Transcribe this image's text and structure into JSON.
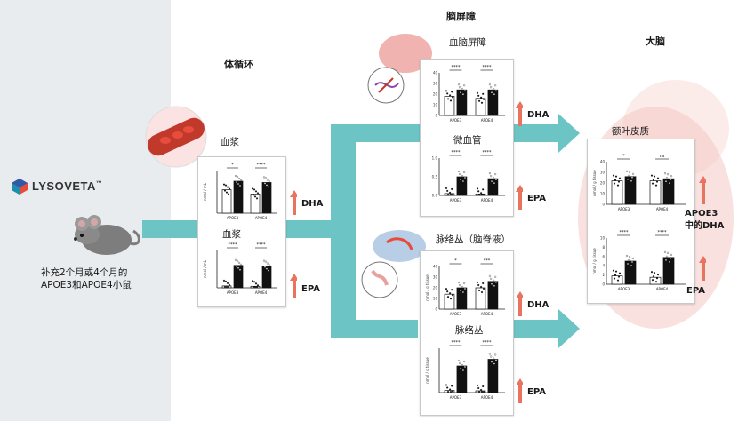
{
  "colors": {
    "teal": "#6cc4c4",
    "up_arrow": "#e8735f",
    "bar_white": "#ffffff",
    "bar_black": "#111111"
  },
  "logo": {
    "text": "LYSOVETA",
    "tm": "™"
  },
  "mouse_caption": {
    "line1": "补充2个月或4个月的",
    "line2": "APOE3和APOE4小鼠"
  },
  "sections": {
    "systemic": "体循环",
    "bbb_header": "脑屏障",
    "brain": "大脑"
  },
  "panels": [
    {
      "id": "plasma-dha",
      "title": "血浆",
      "ylabel": "nmol / mL",
      "xcats": [
        "APOE3",
        "APOE4"
      ],
      "sig": [
        "*",
        "****"
      ],
      "tag": "DHA",
      "values": [
        [
          0.55,
          0.75
        ],
        [
          0.45,
          0.72
        ]
      ]
    },
    {
      "id": "plasma-epa",
      "title": "血浆",
      "ylabel": "nmol / mL",
      "xcats": [
        "APOE3",
        "APOE4"
      ],
      "sig": [
        "****",
        "****"
      ],
      "tag": "EPA",
      "values": [
        [
          0.05,
          0.6
        ],
        [
          0.04,
          0.58
        ]
      ]
    },
    {
      "id": "bbb-dha",
      "title": "血脑屏障",
      "ylabel": "",
      "xcats": [
        "APOE3",
        "APOE4"
      ],
      "sig": [
        "****",
        "****"
      ],
      "tag": "DHA",
      "yticks": [
        "40",
        "30",
        "20",
        "10",
        "0"
      ],
      "values": [
        [
          0.45,
          0.6
        ],
        [
          0.4,
          0.6
        ]
      ]
    },
    {
      "id": "micro-epa",
      "title": "微血管",
      "ylabel": "",
      "xcats": [
        "APOE3",
        "APOE4"
      ],
      "sig": [
        "****",
        "****"
      ],
      "tag": "EPA",
      "yticks": [
        "1.0",
        "0.5",
        "0.0"
      ],
      "values": [
        [
          0.05,
          0.5
        ],
        [
          0.04,
          0.45
        ]
      ]
    },
    {
      "id": "cp-dha",
      "title": "脉络丛（脑脊液）",
      "ylabel": "nmol / g tissue",
      "xcats": [
        "APOE3",
        "APOE4"
      ],
      "sig": [
        "*",
        "***"
      ],
      "tag": "DHA",
      "yticks": [
        "40",
        "30",
        "20",
        "10",
        "0"
      ],
      "values": [
        [
          0.35,
          0.5
        ],
        [
          0.5,
          0.65
        ]
      ]
    },
    {
      "id": "cp-epa",
      "title": "脉络丛",
      "ylabel": "nmol / g tissue",
      "xcats": [
        "APOE3",
        "APOE4"
      ],
      "sig": [
        "****",
        "****"
      ],
      "tag": "EPA",
      "values": [
        [
          0.05,
          0.6
        ],
        [
          0.04,
          0.75
        ]
      ]
    },
    {
      "id": "fc-dha",
      "title": "额叶皮质",
      "ylabel": "nmol / g tissue",
      "xcats": [
        "APOE3",
        "APOE4"
      ],
      "sig": [
        "*",
        "ns"
      ],
      "tag": "",
      "yticks": [
        "40",
        "30",
        "20",
        "10",
        "0"
      ],
      "values": [
        [
          0.55,
          0.65
        ],
        [
          0.55,
          0.6
        ]
      ]
    },
    {
      "id": "fc-epa",
      "title": "",
      "ylabel": "nmol / g tissue",
      "xcats": [
        "APOE3",
        "APOE4"
      ],
      "sig": [
        "****",
        "****"
      ],
      "tag": "",
      "yticks": [
        "10",
        "8",
        "6",
        "4",
        "2",
        "0"
      ],
      "values": [
        [
          0.18,
          0.5
        ],
        [
          0.15,
          0.58
        ]
      ]
    }
  ],
  "brain_tags": {
    "dha_line1": "APOE3",
    "dha_line2": "中的DHA",
    "epa": "EPA"
  }
}
